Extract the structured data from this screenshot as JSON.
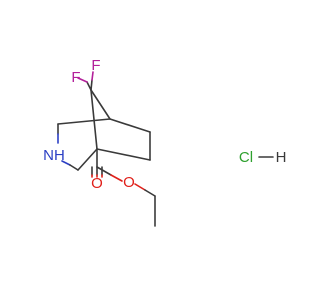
{
  "molecule": {
    "atoms": {
      "fluorine_1": "F",
      "fluorine_2": "F",
      "nitrogen_h": "NH",
      "oxygen_carbonyl": "O",
      "oxygen_ester": "O"
    },
    "salt": {
      "chlorine": "Cl",
      "hydrogen": "H"
    }
  },
  "colors": {
    "bond": "#3a3a3a",
    "fluorine": "#b3209a",
    "nitrogen": "#2b3fc4",
    "oxygen": "#e0201a",
    "chlorine": "#2ea02e",
    "hydrogen": "#3a3a3a"
  }
}
